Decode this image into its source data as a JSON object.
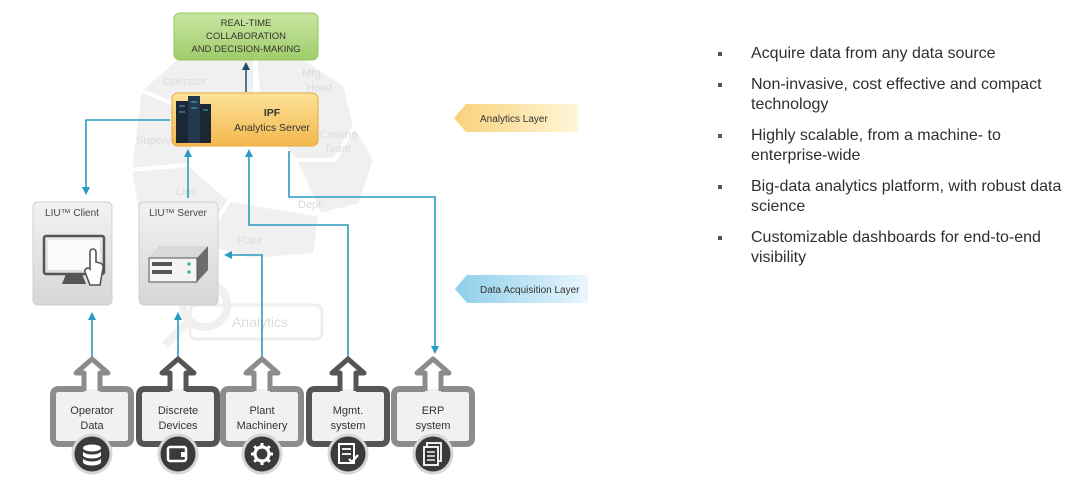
{
  "top_box": {
    "lines": [
      "REAL-TIME",
      "COLLABORATION",
      "AND  DECISION-MAKING"
    ]
  },
  "server": {
    "title": "IPF",
    "subtitle": "Analytics Server"
  },
  "background_labels": {
    "operator": "Operator",
    "mfg_head": [
      "Mfg.",
      "Head"
    ],
    "supervisor": "Supervisor",
    "costing_team": [
      "Costing",
      "Team"
    ],
    "line": "Line",
    "plant": "Plant",
    "dept": "Dept.",
    "analytics": "Analytics"
  },
  "layer_tags": {
    "analytics": "Analytics Layer",
    "data_acquisition": "Data Acquisition Layer"
  },
  "liu_client": {
    "label": "LIU™ Client"
  },
  "liu_server": {
    "label": "LIU™ Server"
  },
  "sources": [
    {
      "line1": "Operator",
      "line2": "Data",
      "icon": "database-icon"
    },
    {
      "line1": "Discrete",
      "line2": "Devices",
      "icon": "device-icon"
    },
    {
      "line1": "Plant",
      "line2": "Machinery",
      "icon": "gear-icon"
    },
    {
      "line1": "Mgmt.",
      "line2": "system",
      "icon": "checklist-icon"
    },
    {
      "line1": "ERP",
      "line2": "system",
      "icon": "documents-icon"
    }
  ],
  "bullets": [
    {
      "text": "Acquire data from any data source"
    },
    {
      "text": "Non-invasive, cost effective and compact technology"
    },
    {
      "text": "Highly scalable, from a machine- to enterprise-wide"
    },
    {
      "text": "Big-data analytics platform, with robust data science"
    },
    {
      "text": "Customizable dashboards for end-to-end visibility"
    }
  ],
  "colors": {
    "arrow": "#2a9bc2",
    "top_box": "#b4d984",
    "server_box": "#f6c86a",
    "analytics_tag": "#fde7a8",
    "acquisition_tag": "#b6e0f2",
    "source_frame": "#8c8c8c",
    "bg_wheel": "#efefef"
  }
}
